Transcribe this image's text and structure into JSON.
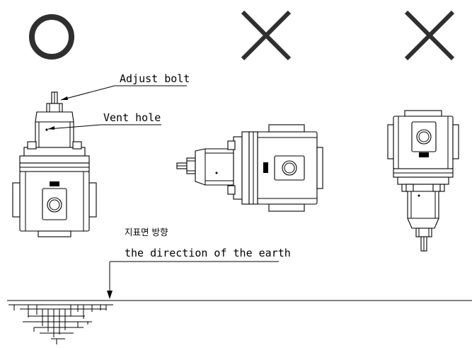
{
  "marks": {
    "ok": "circle",
    "ng1": "cross",
    "ng2": "cross"
  },
  "labels": {
    "adjust_bolt": "Adjust bolt",
    "vent_hole": "Vent hole",
    "direction_korean": "지표면 방향",
    "direction_english": "the direction of the earth"
  },
  "colors": {
    "ink": "#000000",
    "mark_fill": "#333333"
  }
}
